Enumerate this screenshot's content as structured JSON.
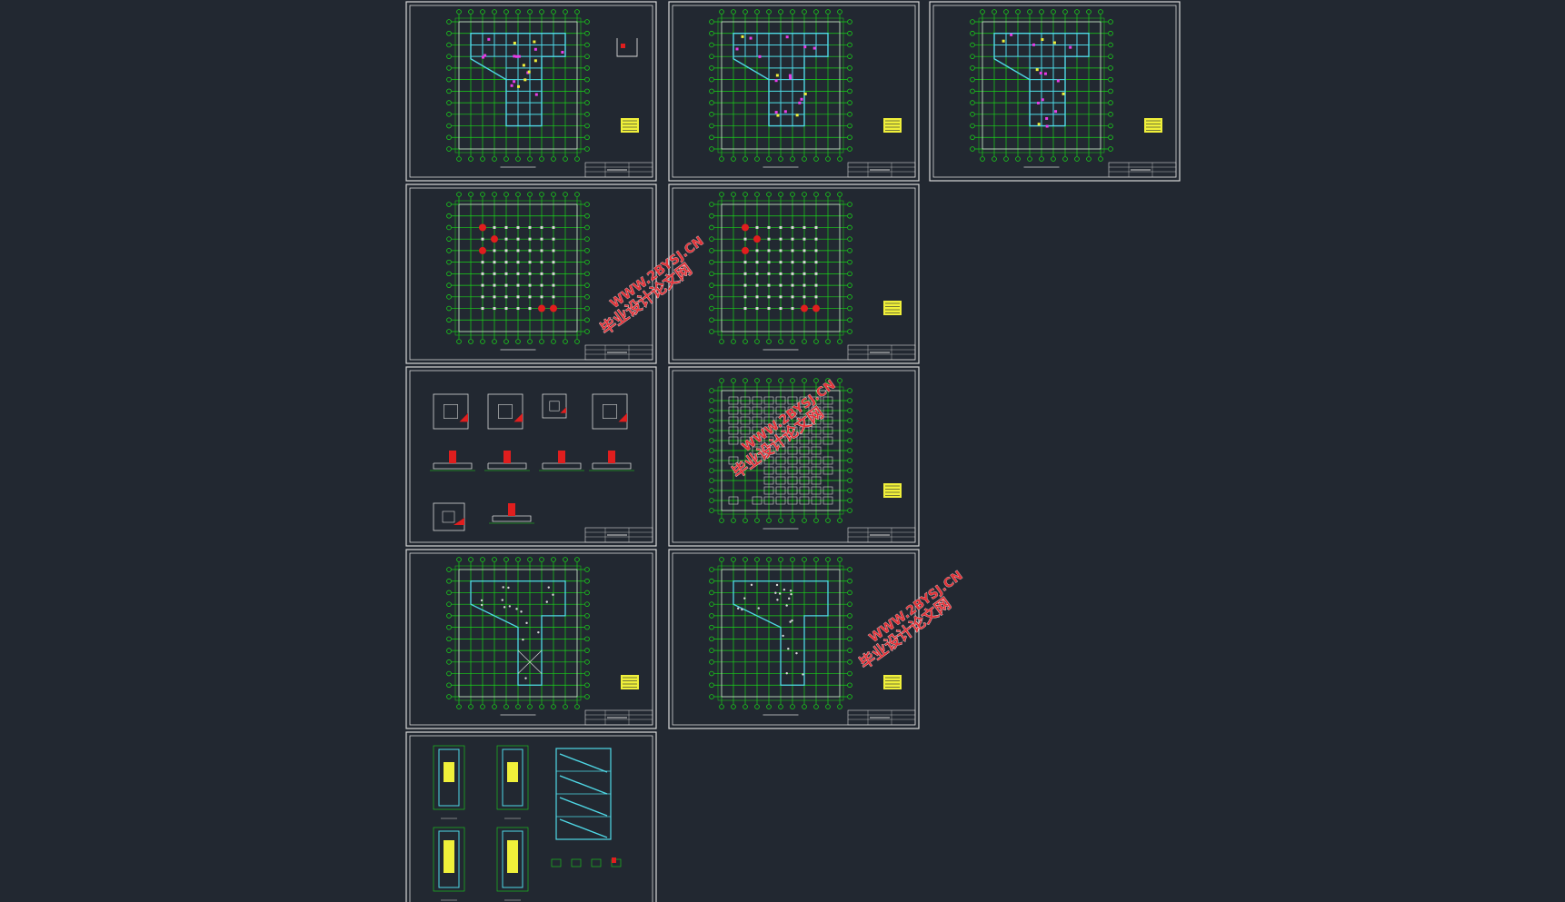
{
  "app": {
    "title": "",
    "background": "#222831"
  },
  "colors": {
    "frame": "#d8d8d8",
    "grid_green": "#19d419",
    "cyan": "#4fd8e6",
    "magenta": "#e83ce8",
    "yellow": "#f0f03a",
    "red": "#e01e1e",
    "watermark": "#e0343a"
  },
  "watermark": {
    "line1": "毕业设计论文网",
    "line2": "WWW.2BYSJ.CN"
  },
  "sheets": [
    {
      "id": "s1",
      "kind": "plan-beams",
      "has_legend": true,
      "has_detail": true
    },
    {
      "id": "s2",
      "kind": "plan-beams",
      "has_legend": true
    },
    {
      "id": "s3",
      "kind": "plan-beams",
      "has_legend": true
    },
    {
      "id": "s4",
      "kind": "plan-columns"
    },
    {
      "id": "s5",
      "kind": "plan-columns",
      "has_legend": true
    },
    {
      "id": "s6",
      "kind": "footing-details"
    },
    {
      "id": "s7",
      "kind": "foundation-plan",
      "has_legend": true
    },
    {
      "id": "s8",
      "kind": "slab-plan",
      "has_legend": true
    },
    {
      "id": "s9",
      "kind": "slab-plan",
      "has_legend": true
    },
    {
      "id": "s10",
      "kind": "stair-details"
    }
  ]
}
